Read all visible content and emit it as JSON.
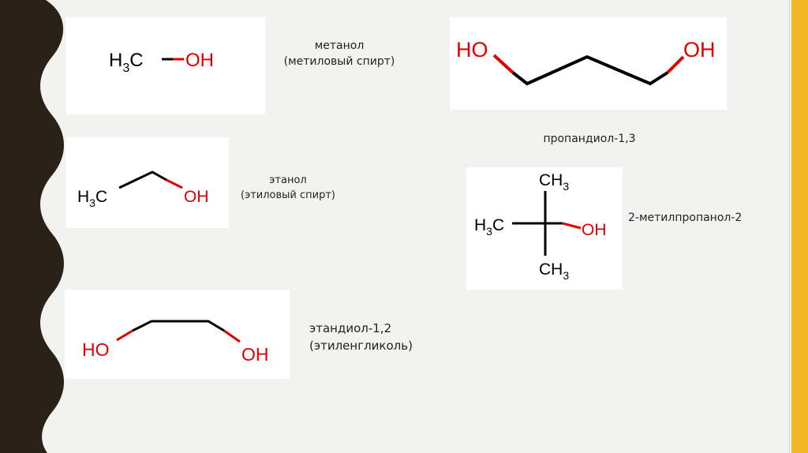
{
  "colors": {
    "bond": "#000000",
    "oxygen_bond": "#e00000",
    "hydroxyl": "#e00000",
    "accent_stripe": "#f5b822",
    "left_border": "#2a2218"
  },
  "molecules": {
    "methanol": {
      "carbon_group": "H",
      "carbon_sub": "3",
      "carbon_tail": "C",
      "hydroxyl": "OH",
      "name": "метанол",
      "common_name": "(метиловый спирт)"
    },
    "ethanol": {
      "carbon_group": "H",
      "carbon_sub": "3",
      "carbon_tail": "C",
      "hydroxyl": "OH",
      "name": "этанол",
      "common_name": "(этиловый спирт)"
    },
    "ethanediol": {
      "hydroxyl_left": "HO",
      "hydroxyl_right": "OH",
      "name": "этандиол-1,2",
      "common_name": "(этиленгликоль)"
    },
    "propanediol": {
      "hydroxyl_left": "HO",
      "hydroxyl_right": "OH",
      "name": "пропандиол-1,3"
    },
    "methylpropanol": {
      "top_group": "CH",
      "top_sub": "3",
      "left_group": "H",
      "left_sub": "3",
      "left_tail": "C",
      "bottom_group": "CH",
      "bottom_sub": "3",
      "hydroxyl": "OH",
      "name": "2-метилпропанол-2"
    }
  }
}
